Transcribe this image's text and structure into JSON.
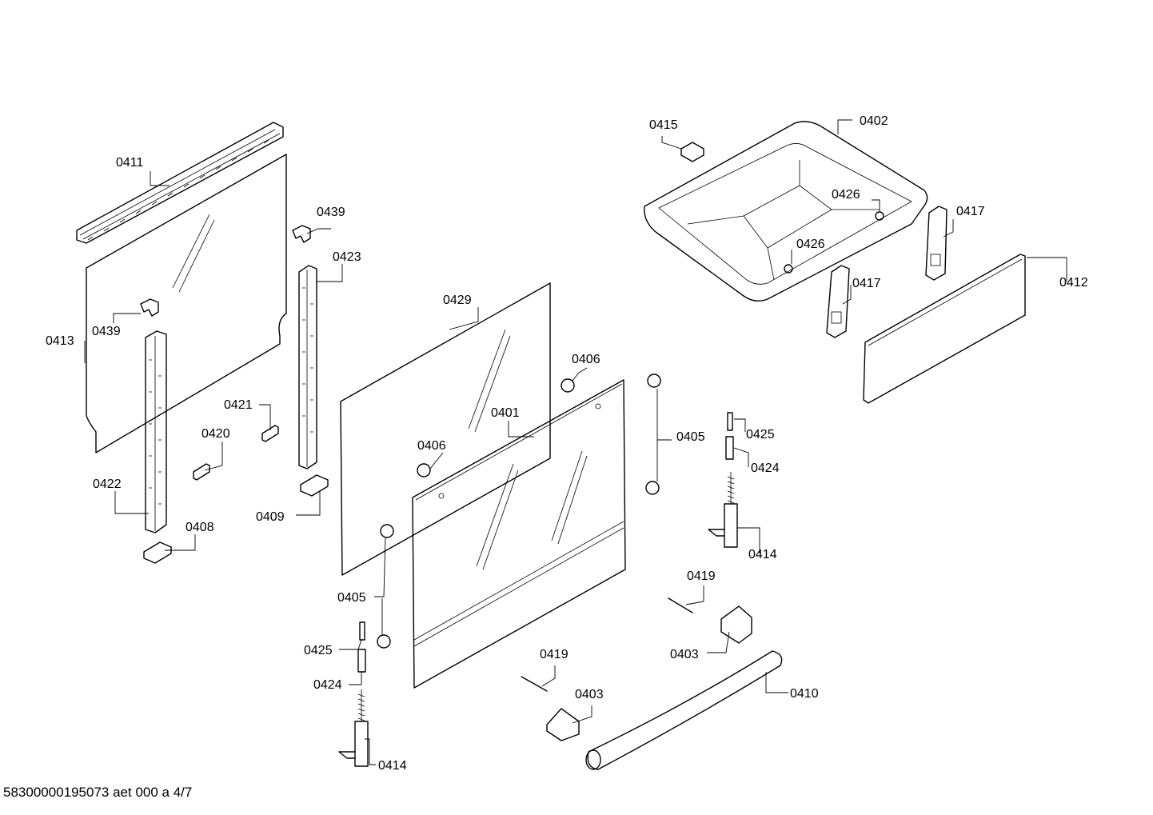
{
  "footer": "58300000195073 aet 000 a 4/7",
  "parts": [
    {
      "id": "p0411",
      "label": "0411"
    },
    {
      "id": "p0413",
      "label": "0413"
    },
    {
      "id": "p0439a",
      "label": "0439"
    },
    {
      "id": "p0439b",
      "label": "0439"
    },
    {
      "id": "p0423",
      "label": "0423"
    },
    {
      "id": "p0421",
      "label": "0421"
    },
    {
      "id": "p0420",
      "label": "0420"
    },
    {
      "id": "p0422",
      "label": "0422"
    },
    {
      "id": "p0408",
      "label": "0408"
    },
    {
      "id": "p0409",
      "label": "0409"
    },
    {
      "id": "p0429",
      "label": "0429"
    },
    {
      "id": "p0406a",
      "label": "0406"
    },
    {
      "id": "p0406b",
      "label": "0406"
    },
    {
      "id": "p0401",
      "label": "0401"
    },
    {
      "id": "p0405a",
      "label": "0405"
    },
    {
      "id": "p0405b",
      "label": "0405"
    },
    {
      "id": "p0425a",
      "label": "0425"
    },
    {
      "id": "p0424a",
      "label": "0424"
    },
    {
      "id": "p0414a",
      "label": "0414"
    },
    {
      "id": "p0425b",
      "label": "0425"
    },
    {
      "id": "p0424b",
      "label": "0424"
    },
    {
      "id": "p0414b",
      "label": "0414"
    },
    {
      "id": "p0419a",
      "label": "0419"
    },
    {
      "id": "p0419b",
      "label": "0419"
    },
    {
      "id": "p0403a",
      "label": "0403"
    },
    {
      "id": "p0403b",
      "label": "0403"
    },
    {
      "id": "p0410",
      "label": "0410"
    },
    {
      "id": "p0415",
      "label": "0415"
    },
    {
      "id": "p0402",
      "label": "0402"
    },
    {
      "id": "p0426a",
      "label": "0426"
    },
    {
      "id": "p0426b",
      "label": "0426"
    },
    {
      "id": "p0417a",
      "label": "0417"
    },
    {
      "id": "p0417b",
      "label": "0417"
    },
    {
      "id": "p0412",
      "label": "0412"
    }
  ]
}
